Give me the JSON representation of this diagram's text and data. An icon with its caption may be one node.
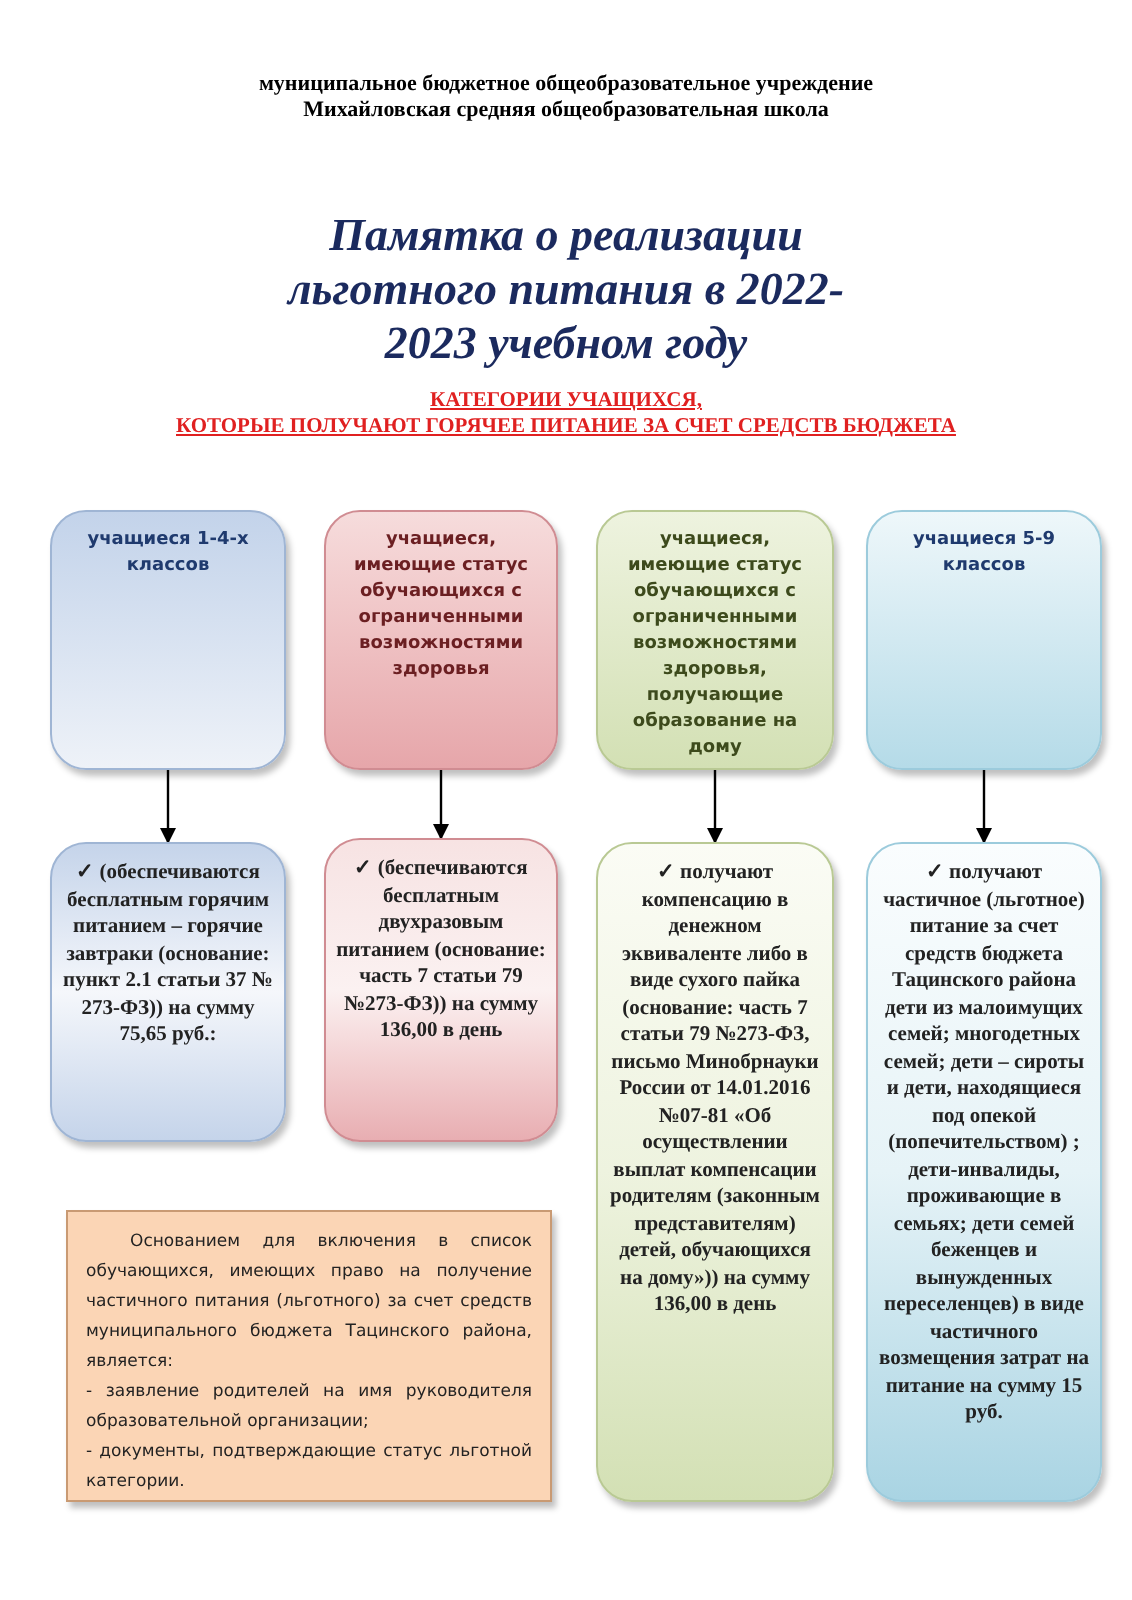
{
  "diagram": {
    "title": "Памятка о реализации льготного питания в 2022-2023 учебном году",
    "nodes": [
      {
        "text": [
          "учащиеся 1-4-х классов"
        ]
      },
      {
        "text": [
          "учащиеся, имеющие статус обучающихся с ограниченными возможностями здоровья"
        ]
      },
      {
        "text": [
          "учащиеся, имеющие статус обучающихся с ограниченными возможностями здоровья, получающие образование на дому"
        ]
      },
      {
        "text": [
          "учащиеся 5-9 классов"
        ]
      },
      {
        "text": [
          "✓ (обеспечиваются бесплатным горячим питанием – горячие завтраки (основание: пункт 2.1 статьи 37 № 273-ФЗ)) на сумму 75,65 руб.:"
        ]
      },
      {
        "text": [
          "✓ (беспечиваются бесплатным двухразовым питанием (основание: часть 7 статьи 79 №273-ФЗ)) на сумму 136,00 в день"
        ]
      },
      {
        "text": [
          "✓ получают компенсацию в денежном эквиваленте либо в виде сухого пайка (основание: часть 7 статьи 79 №273-ФЗ, письмо Минобрнауки России от 14.01.2016 №07-81 «Об осуществлении выплат компенсации родителям (законным представителям) детей, обучающихся на дому»)) на сумму 136,00 в день"
        ]
      },
      {
        "text": [
          "✓ получают частичное (льготное) питание за счет средств бюджета Тацинского района дети из малоимущих семей; многодетных семей; дети – сироты и дети, находящиеся под опекой (попечительством) ; дети-инвалиды, проживающие в семьях; дети семей беженцев и вынужденных переселенцев) в виде частичного возмещения затрат на питание на сумму 15 руб."
        ]
      },
      {
        "text": [
          "Основанием для включения в список обучающихся, имеющих право на получение частичного питания (льготного) за счет средств муниципального бюджета Тацинского района, является:",
          "- заявление родителей на имя руководителя образовательной организации;",
          "- документы, подтверждающие статус льготной категории."
        ]
      }
    ],
    "edges": [
      {
        "from": 0,
        "to": 4,
        "arrow": "to"
      },
      {
        "from": 1,
        "to": 5,
        "arrow": "to"
      },
      {
        "from": 2,
        "to": 6,
        "arrow": "to"
      },
      {
        "from": 3,
        "to": 7,
        "arrow": "to"
      }
    ],
    "labels": [
      "муниципальное бюджетное общеобразовательное учреждение",
      "Михайловская средняя общеобразовательная школа",
      "КАТЕГОРИИ УЧАЩИХСЯ,",
      "КОТОРЫЕ ПОЛУЧАЮТ ГОРЯЧЕЕ ПИТАНИЕ ЗА СЧЕТ СРЕДСТВ БЮДЖЕТА"
    ]
  }
}
